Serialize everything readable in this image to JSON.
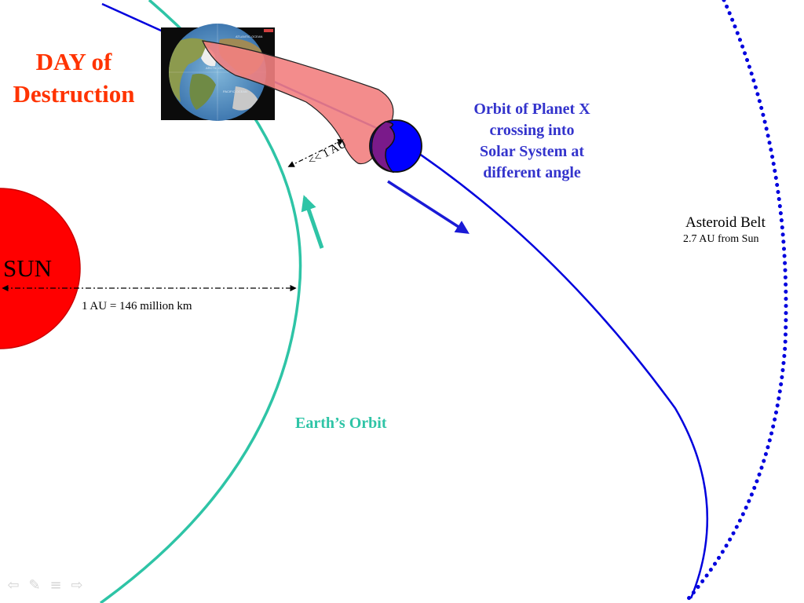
{
  "title": {
    "line1": "DAY of",
    "line2": "Destruction"
  },
  "sun": {
    "label": "SUN",
    "color": "#ff0000"
  },
  "distance": {
    "au_definition": "1 AU = 146 million km",
    "closest_approach": "<< 1 AU"
  },
  "earth_orbit": {
    "label": "Earth’s Orbit",
    "color": "#2ec4a6"
  },
  "planet_x": {
    "label_lines": [
      "Orbit of Planet X",
      "crossing into",
      "Solar System at",
      "different angle"
    ],
    "orbit_color": "#0000dd"
  },
  "asteroid_belt": {
    "label": "Asteroid Belt",
    "distance": "2.7 AU from Sun"
  },
  "map": {
    "label_top": "ATLANTIC OCEAN",
    "label_mid": "ARCTIC OCEAN",
    "label_bottom": "PACIFIC OCEAN"
  },
  "tail_color": "#f28080",
  "nav_icons": [
    "prev-arrow-icon",
    "pen-icon",
    "menu-icon",
    "next-arrow-icon"
  ]
}
